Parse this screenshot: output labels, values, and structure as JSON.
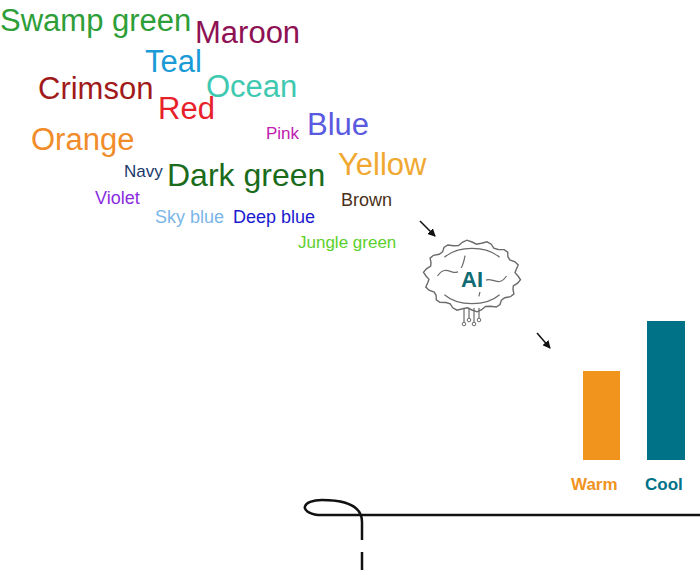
{
  "diagram": {
    "nodes": [
      {
        "text": [
          "AI"
        ]
      }
    ],
    "labels": [
      "Swamp green",
      "Maroon",
      "Teal",
      "Crimson",
      "Ocean",
      "Red",
      "Pink",
      "Blue",
      "Orange",
      "Navy",
      "Dark green",
      "Yellow",
      "Violet",
      "Brown",
      "Sky blue",
      "Deep blue",
      "Jungle green",
      "Warm",
      "Cool"
    ]
  }
}
